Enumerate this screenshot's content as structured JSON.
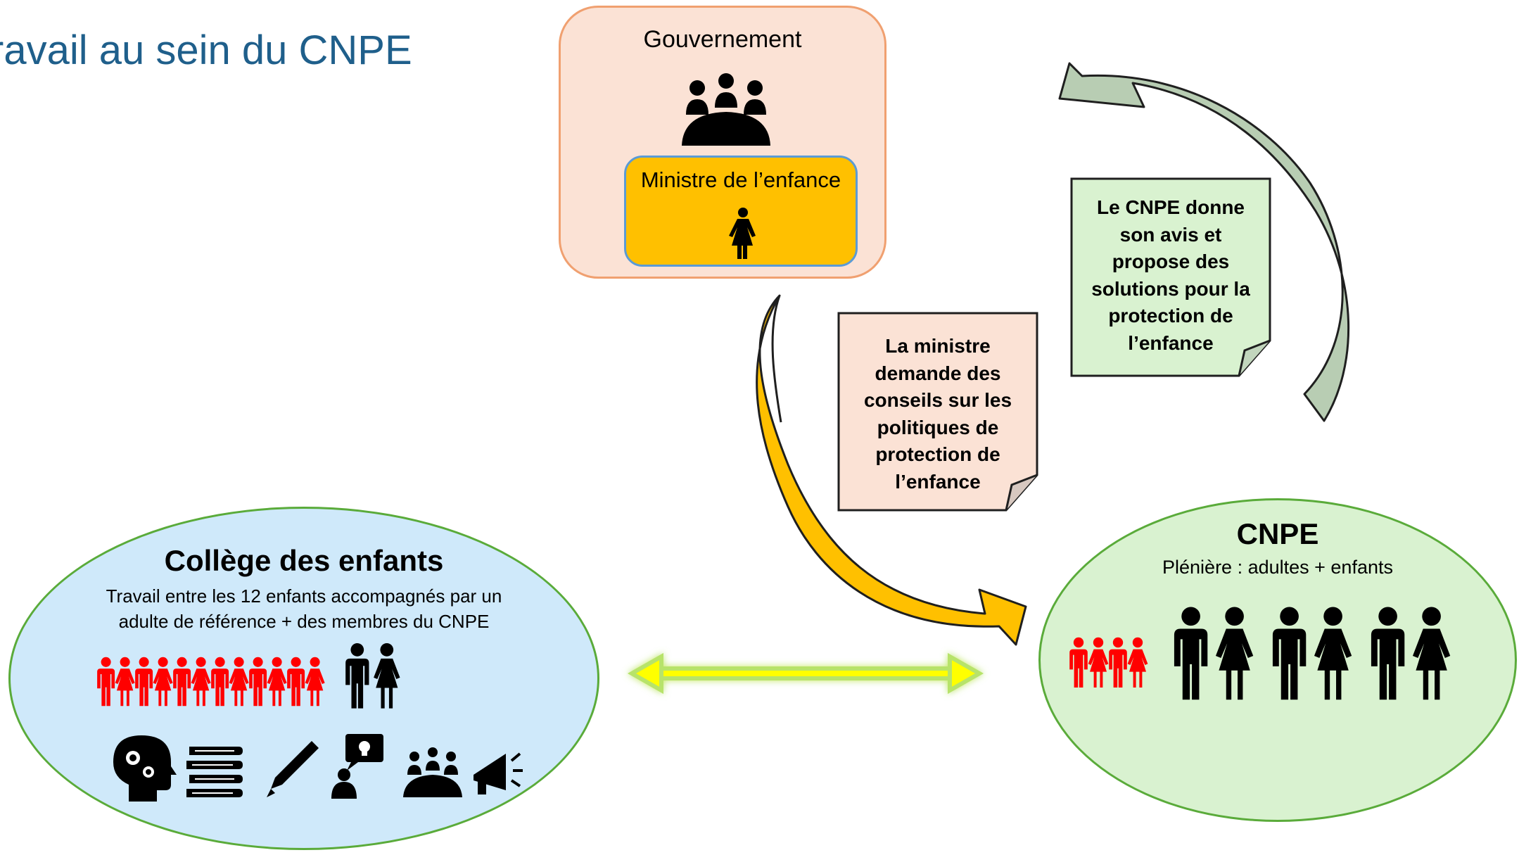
{
  "title": "ravail au sein du CNPE",
  "government": {
    "title": "Gouvernement",
    "icon": "meeting-group-icon",
    "minister": {
      "title": "Ministre de l’enfance",
      "icon": "woman-icon"
    }
  },
  "notes": {
    "minister_request": {
      "lines": [
        "La ministre",
        "demande des",
        "conseils sur les",
        "politiques de",
        "protection de",
        "l’enfance"
      ]
    },
    "cnpe_advice": {
      "lines": [
        "Le CNPE donne",
        "son avis et",
        "propose des",
        "solutions pour la",
        "protection de",
        "l’enfance"
      ]
    }
  },
  "college": {
    "title": "Collège des enfants",
    "description_line1": "Travail entre les 12 enfants accompagnés par un",
    "description_line2": "adulte de référence + des membres du CNPE",
    "children_count": 12,
    "adults_count": 2,
    "activity_icons": [
      "brain-gears-icon",
      "books-icon",
      "pen-icon",
      "idea-speaker-icon",
      "meeting-group-icon",
      "megaphone-icon"
    ]
  },
  "cnpe": {
    "title": "CNPE",
    "subtitle": "Plénière : adultes + enfants",
    "children_count": 4,
    "adults_count": 6
  },
  "colors": {
    "title_blue": "#1f5f8b",
    "government_fill": "#fbe2d5",
    "minister_fill": "#ffc000",
    "college_fill": "#cfe9fa",
    "cnpe_fill": "#d9f2d0",
    "children_red": "#ff0000",
    "arrow_gold": "#ffc000",
    "arrow_sage": "#a9c4a8",
    "link_arrow_yellow": "#ffff00"
  }
}
